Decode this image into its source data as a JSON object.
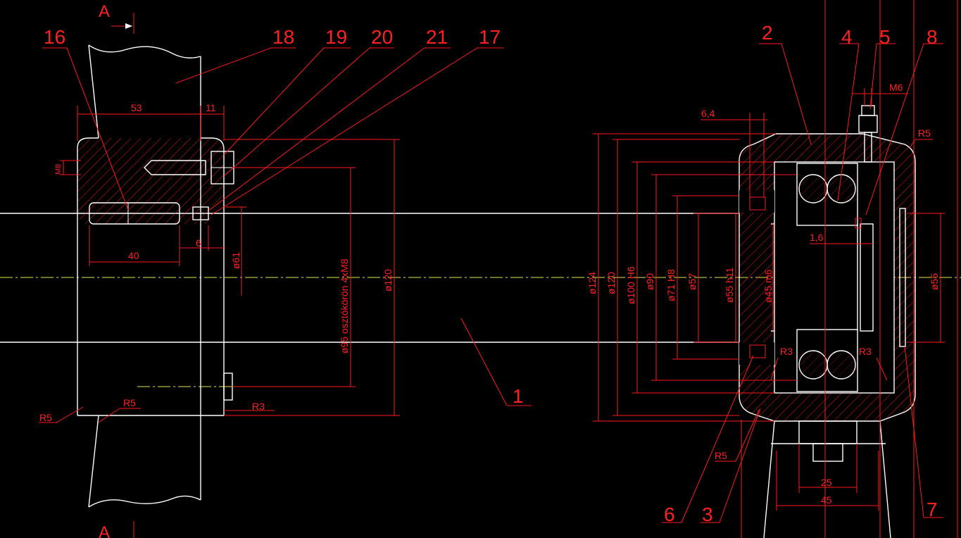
{
  "section_marks": [
    "A",
    "A"
  ],
  "part_labels": [
    "16",
    "18",
    "19",
    "20",
    "21",
    "17",
    "2",
    "4",
    "5",
    "8",
    "1",
    "6",
    "3",
    "7"
  ],
  "dimensions": {
    "d53": "53",
    "d11": "11",
    "m8": "M8",
    "d40": "40",
    "d6": "6",
    "phi61": "ø61",
    "phi95": "ø95 osztókörön 4xM8",
    "phi120_left": "ø120",
    "r3_left": "R3",
    "r5_a": "R5",
    "r5_b": "R5",
    "d6_4": "6,4",
    "m6": "M6",
    "r5_right_top": "R5",
    "d1_6": "1,6",
    "phi124": "ø124",
    "phi120_right": "ø120",
    "phi100": "ø100 H6",
    "phi90": "ø90",
    "phi71": "ø71 H8",
    "phi57": "ø57",
    "phi55_h11": "ø55 h11",
    "phi45": "ø45 m6",
    "phi55_right": "ø55",
    "r3_mid": "R3",
    "r3_right": "R3",
    "r5_bottom": "R5",
    "d25": "25",
    "d45": "45"
  },
  "colors": {
    "background": "#000000",
    "outline": "#ffffff",
    "annotation": "#ff2020",
    "centerline": "#e6e64d"
  }
}
